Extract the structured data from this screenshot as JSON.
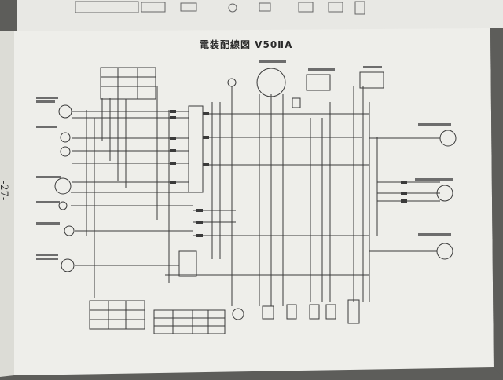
{
  "document": {
    "title": "電装配線図 V50ⅡA",
    "page_number": "-27-"
  },
  "colors": {
    "paper": "#eeeeea",
    "paper_edge": "#d6d6d0",
    "ink": "#3a3a3a",
    "background": "#5d5d5a"
  },
  "components": [
    {
      "name": "front-flasher-right-icon"
    },
    {
      "name": "meter-lamp-icon"
    },
    {
      "name": "headlight-icon"
    },
    {
      "name": "tail-lamp-icon"
    },
    {
      "name": "front-flasher-left-icon"
    },
    {
      "name": "handle-switch-right-box"
    },
    {
      "name": "handle-switch-left-box"
    },
    {
      "name": "main-switch-box"
    },
    {
      "name": "flywheel-magneto-icon"
    },
    {
      "name": "ignition-coil-icon"
    },
    {
      "name": "battery-icon"
    },
    {
      "name": "rear-flasher-right-icon"
    },
    {
      "name": "stop-tail-lamp-icon"
    },
    {
      "name": "rear-flasher-left-icon"
    },
    {
      "name": "horn-icon"
    },
    {
      "name": "rectifier-icon"
    },
    {
      "name": "spark-plug-icon"
    }
  ]
}
